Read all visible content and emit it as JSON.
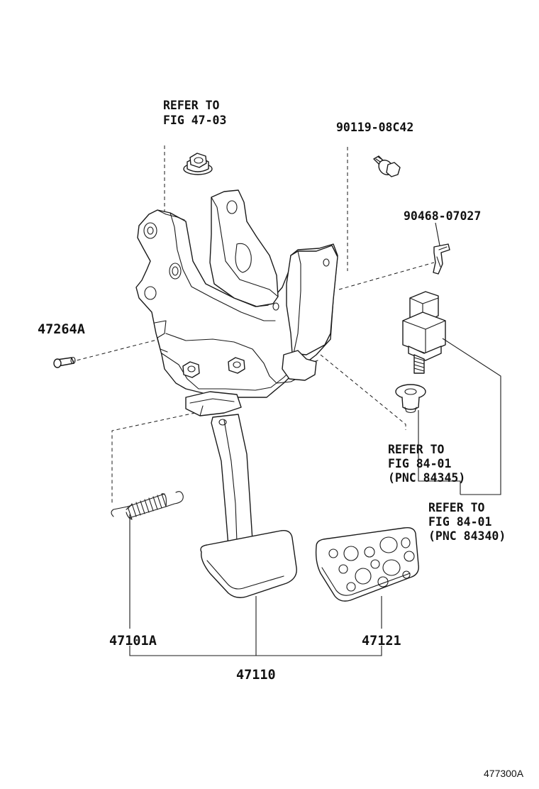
{
  "refs": {
    "nut": {
      "line1": "REFER TO",
      "line2": "FIG 47-03"
    },
    "switch_sub": {
      "line1": "REFER TO",
      "line2": "FIG 84-01",
      "line3": "(PNC 84345)"
    },
    "switch": {
      "line1": "REFER TO",
      "line2": "FIG 84-01",
      "line3": "(PNC 84340)"
    }
  },
  "parts": {
    "bolt": "90119-08C42",
    "clip": "90468-07027",
    "pin": "47264A",
    "spring": "47101A",
    "pad": "47121",
    "pedal": "47110"
  },
  "figure_code": "477300A"
}
